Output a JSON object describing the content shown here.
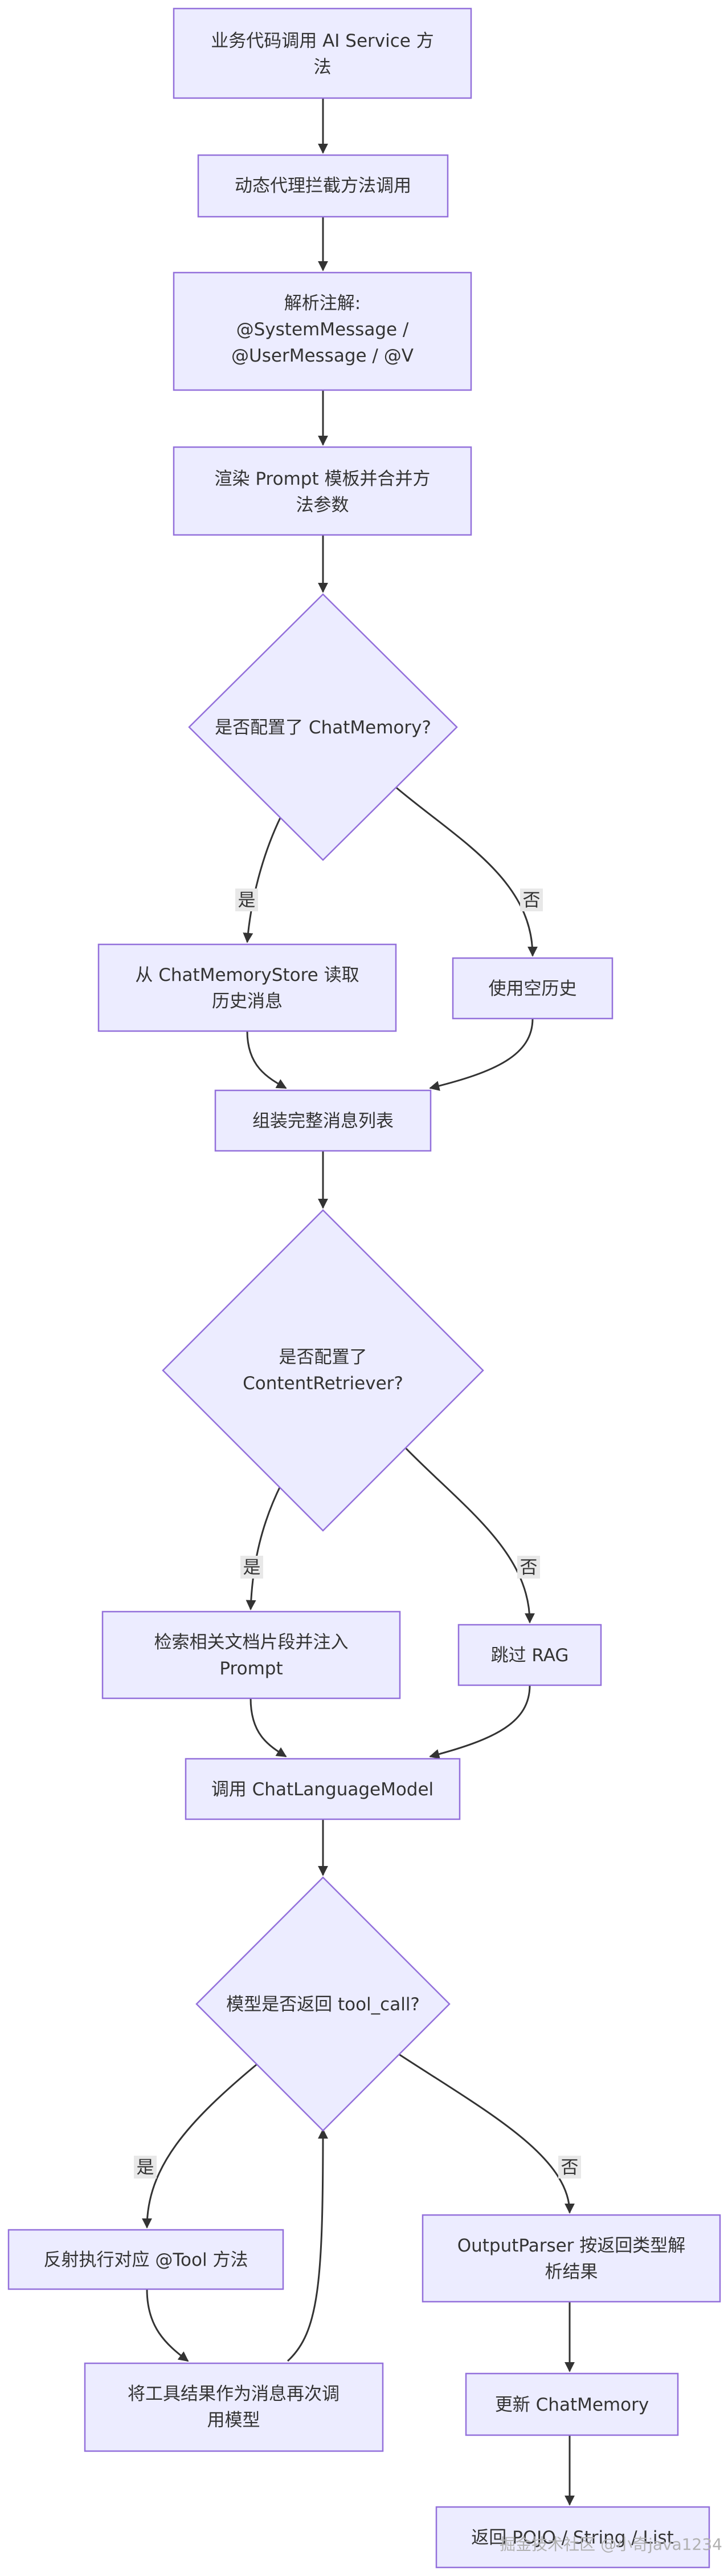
{
  "nodes": {
    "n1": [
      "业务代码调用 AI Service 方",
      "法"
    ],
    "n2": [
      "动态代理拦截方法调用"
    ],
    "n3": [
      "解析注解:",
      "@SystemMessage /",
      "@UserMessage / @V"
    ],
    "n4": [
      "渲染 Prompt 模板并合并方",
      "法参数"
    ],
    "d1": [
      "是否配置了 ChatMemory?"
    ],
    "n5": [
      "从 ChatMemoryStore 读取",
      "历史消息"
    ],
    "n6": [
      "使用空历史"
    ],
    "n7": [
      "组装完整消息列表"
    ],
    "d2": [
      "是否配置了",
      "ContentRetriever?"
    ],
    "n8": [
      "检索相关文档片段并注入",
      "Prompt"
    ],
    "n9": [
      "跳过 RAG"
    ],
    "n10": [
      "调用 ChatLanguageModel"
    ],
    "d3": [
      "模型是否返回 tool_call?"
    ],
    "n11": [
      "反射执行对应 @Tool 方法"
    ],
    "n12": [
      "将工具结果作为消息再次调",
      "用模型"
    ],
    "n13": [
      "OutputParser 按返回类型解",
      "析结果"
    ],
    "n14": [
      "更新 ChatMemory"
    ],
    "n15": [
      "返回 POJO / String / List"
    ]
  },
  "edge_labels": {
    "yes": "是",
    "no": "否"
  },
  "watermark": "掘金技术社区 @小奇java1234",
  "colors": {
    "node_fill": "#ececff",
    "node_stroke": "#9370db",
    "edge": "#333333",
    "label_bg": "#e8e8e8"
  }
}
